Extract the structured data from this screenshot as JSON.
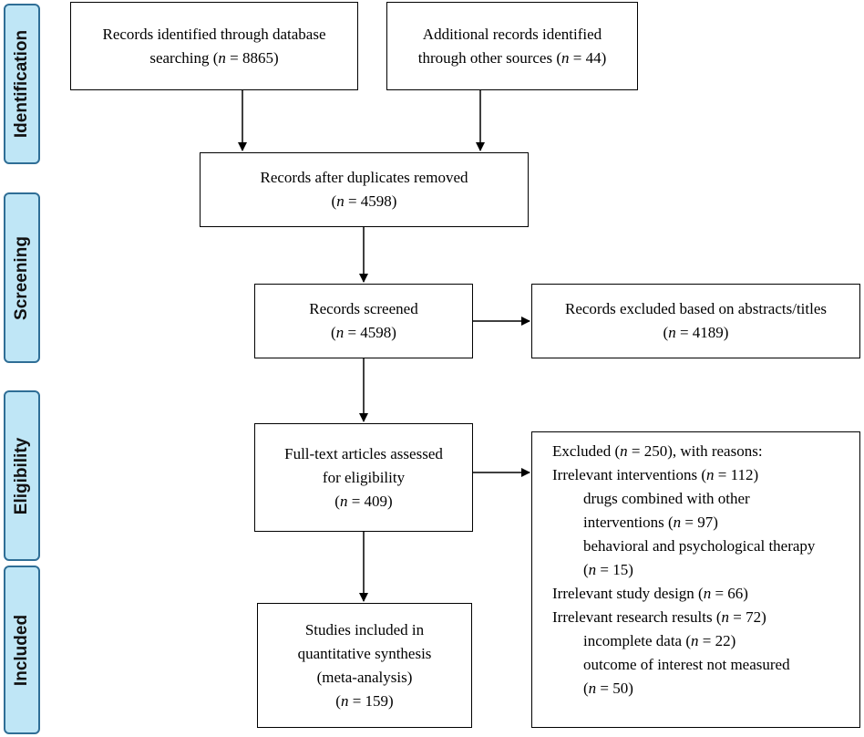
{
  "phases": {
    "identification": "Identification",
    "screening": "Screening",
    "eligibility": "Eligibility",
    "included": "Included"
  },
  "boxes": {
    "database": {
      "line1": "Records identified through database",
      "line2_pre": "searching (",
      "n_symbol": "n",
      "line2_post": " = 8865)"
    },
    "other_sources": {
      "line1": "Additional records identified",
      "line2_pre": "through other sources (",
      "n_symbol": "n",
      "line2_post": " = 44)"
    },
    "duplicates_removed": {
      "line1": "Records after duplicates removed",
      "line2_pre": "(",
      "n_symbol": "n",
      "line2_post": " = 4598)"
    },
    "screened": {
      "line1": "Records screened",
      "line2_pre": "(",
      "n_symbol": "n",
      "line2_post": " = 4598)"
    },
    "excluded_abstracts": {
      "line1": "Records excluded based on abstracts/titles",
      "line2_pre": "(",
      "n_symbol": "n",
      "line2_post": " = 4189)"
    },
    "full_text": {
      "line1": "Full-text articles assessed",
      "line2": "for eligibility",
      "line3_pre": "(",
      "n_symbol": "n",
      "line3_post": " = 409)"
    },
    "excluded_reasons": {
      "l1_pre": "Excluded (",
      "l1_post": " = 250), with reasons:",
      "l2_pre": "Irrelevant interventions (",
      "l2_post": " = 112)",
      "l3": "drugs combined with other",
      "l4_pre": "interventions (",
      "l4_post": " = 97)",
      "l5": "behavioral and psychological therapy",
      "l6_pre": "(",
      "l6_post": " = 15)",
      "l7_pre": "Irrelevant study design (",
      "l7_post": " = 66)",
      "l8_pre": "Irrelevant research results (",
      "l8_post": " = 72)",
      "l9_pre": "incomplete data (",
      "l9_post": " = 22)",
      "l10": "outcome of interest not measured",
      "l11_pre": "(",
      "l11_post": " = 50)",
      "n_symbol": "n"
    },
    "included_studies": {
      "line1": "Studies included in",
      "line2": "quantitative synthesis",
      "line3": "(meta-analysis)",
      "line4_pre": "(",
      "n_symbol": "n",
      "line4_post": " = 159)"
    }
  },
  "colors": {
    "phase_fill": "#bfe6f6",
    "phase_border": "#2f6e96",
    "box_border": "#000000"
  }
}
